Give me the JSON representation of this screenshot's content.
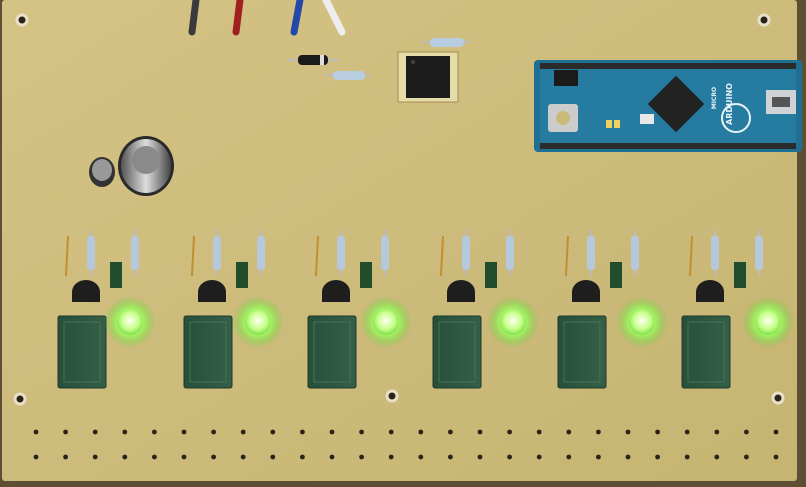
{
  "board": {
    "pcb_color": "#cdbb7c",
    "relay_color": "#2f5a43",
    "led_color": "#9cff5a",
    "arduino_color": "#1f6f93"
  },
  "arduino": {
    "brand": "ARDUINO",
    "model": "MICRO"
  },
  "channels": [
    {
      "led": "on"
    },
    {
      "led": "on"
    },
    {
      "led": "on"
    },
    {
      "led": "on"
    },
    {
      "led": "on"
    },
    {
      "led": "on"
    }
  ]
}
